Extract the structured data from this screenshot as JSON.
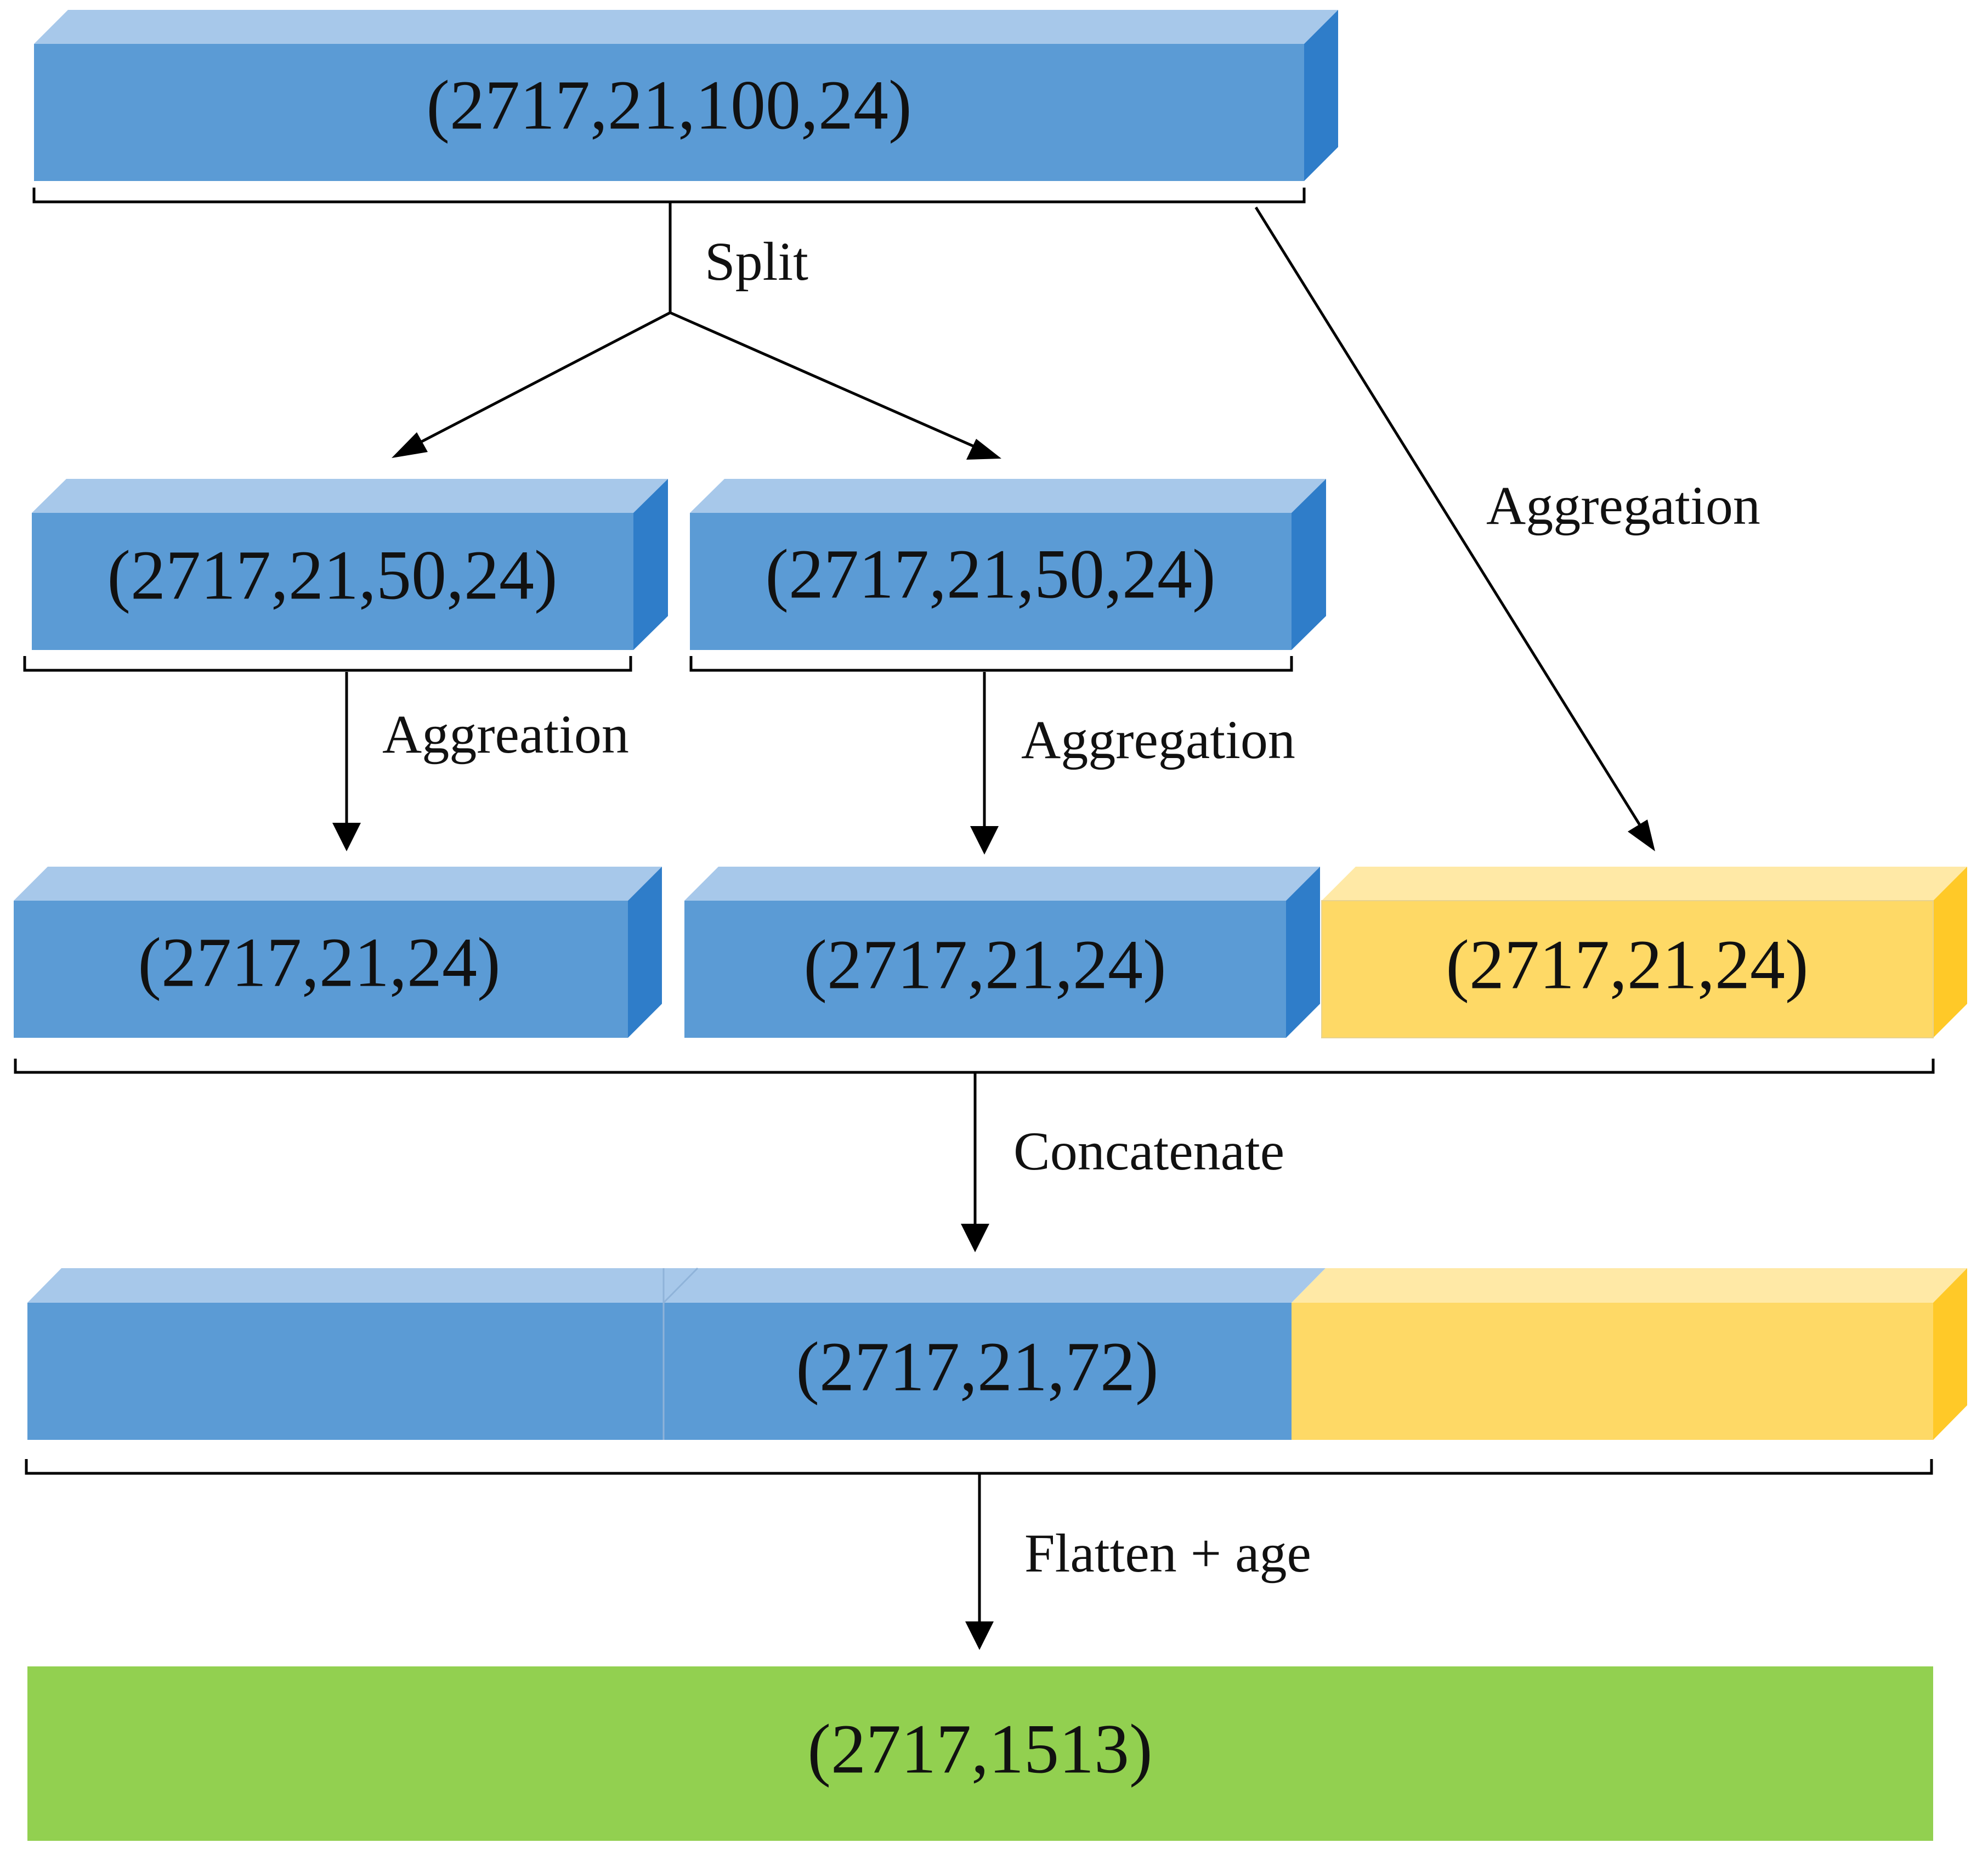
{
  "colors": {
    "blue_front": "#5b9bd5",
    "blue_top": "#a7c8ea",
    "blue_side": "#2f7dc9",
    "yellow_front": "#fed966",
    "yellow_top": "#ffe9a6",
    "yellow_side": "#ffc928",
    "green_front": "#92d050"
  },
  "blocks": {
    "input": {
      "label": "(2717,21,100,24)",
      "color": "blue"
    },
    "split_left": {
      "label": "(2717,21,50,24)",
      "color": "blue"
    },
    "split_right": {
      "label": "(2717,21,50,24)",
      "color": "blue"
    },
    "agg_left": {
      "label": "(2717,21,24)",
      "color": "blue"
    },
    "agg_right": {
      "label": "(2717,21,24)",
      "color": "blue"
    },
    "agg_full": {
      "label": "(2717,21,24)",
      "color": "yellow"
    },
    "concat": {
      "label": "(2717,21,72)"
    },
    "output": {
      "label": "(2717,1513)",
      "color": "green"
    }
  },
  "operations": {
    "split": "Split",
    "aggregation_full": "Aggregation",
    "aggregation_left": "Aggreation",
    "aggregation_right": "Aggregation",
    "concatenate": "Concatenate",
    "flatten": "Flatten + age"
  }
}
